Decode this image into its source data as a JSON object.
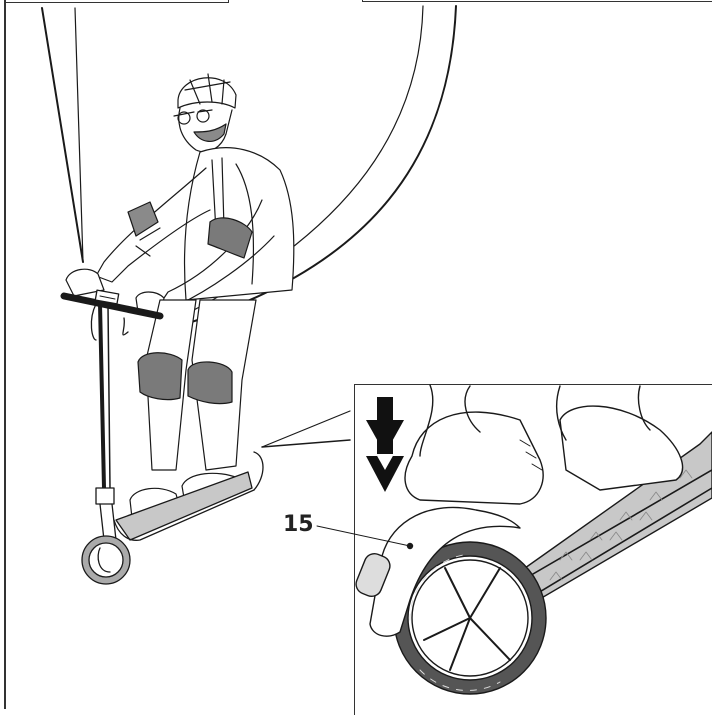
{
  "figure": {
    "callouts": [
      {
        "number": "15",
        "target": "rear-fender-brake"
      }
    ],
    "panels": {
      "main": "rider-on-scooter",
      "inset": "rear-brake-detail",
      "top_left_box": "previous-panel-fragment",
      "top_right_box": "previous-panel-fragment"
    },
    "icons": [
      "down-arrow-icon",
      "down-arrow-icon"
    ],
    "colors": {
      "line": "#1a1a1a",
      "pad_fill": "#7a7a7a",
      "deck_fill": "#c8c8c8",
      "tire_fill": "#555555"
    }
  }
}
